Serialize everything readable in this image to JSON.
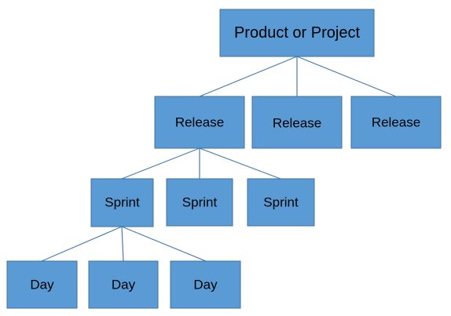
{
  "diagram": {
    "root": {
      "label": "Product or Project"
    },
    "releases": [
      {
        "label": "Release"
      },
      {
        "label": "Release"
      },
      {
        "label": "Release"
      }
    ],
    "sprints": [
      {
        "label": "Sprint"
      },
      {
        "label": "Sprint"
      },
      {
        "label": "Sprint"
      }
    ],
    "days": [
      {
        "label": "Day"
      },
      {
        "label": "Day"
      },
      {
        "label": "Day"
      }
    ]
  },
  "colors": {
    "box_fill": "#5b9bd5",
    "box_border": "#41719c",
    "connector": "#4a7ab0",
    "text": "#000000"
  }
}
